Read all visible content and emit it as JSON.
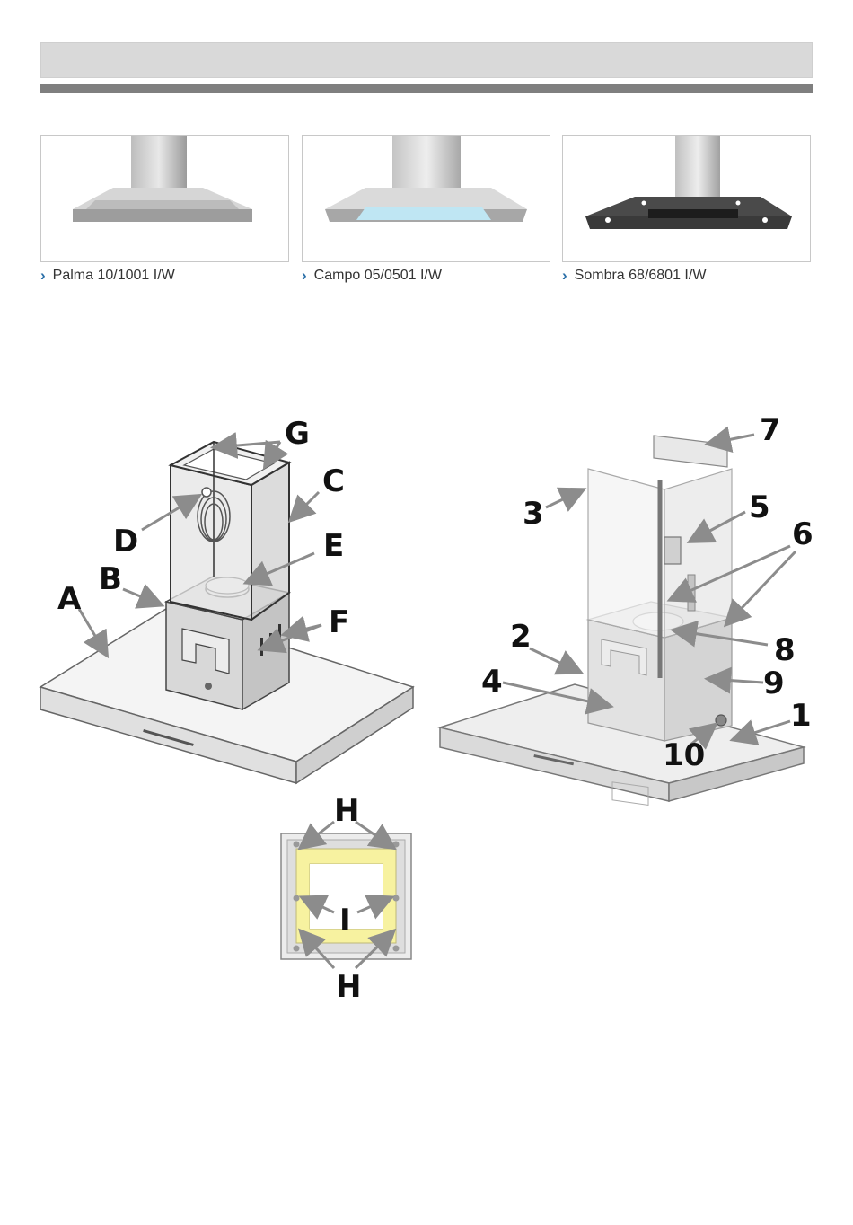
{
  "products": [
    {
      "name": "Palma 10/1001 I/W"
    },
    {
      "name": "Campo 05/0501  I/W"
    },
    {
      "name": "Sombra 68/6801 I/W"
    }
  ],
  "callouts_left": [
    "A",
    "B",
    "C",
    "D",
    "E",
    "F",
    "G"
  ],
  "callouts_right": [
    "1",
    "2",
    "3",
    "4",
    "5",
    "6",
    "7",
    "8",
    "9",
    "10"
  ],
  "callouts_bottom": [
    "H",
    "I",
    "H"
  ],
  "colors": {
    "header_bar": "#d9d9d9",
    "header_rule": "#7f7f7f",
    "chevron": "#2a6fa8",
    "arrow": "#8c8c8c",
    "highlight": "#f7f2a0"
  },
  "icons": {
    "product_bullet": "chevron-right-icon"
  }
}
